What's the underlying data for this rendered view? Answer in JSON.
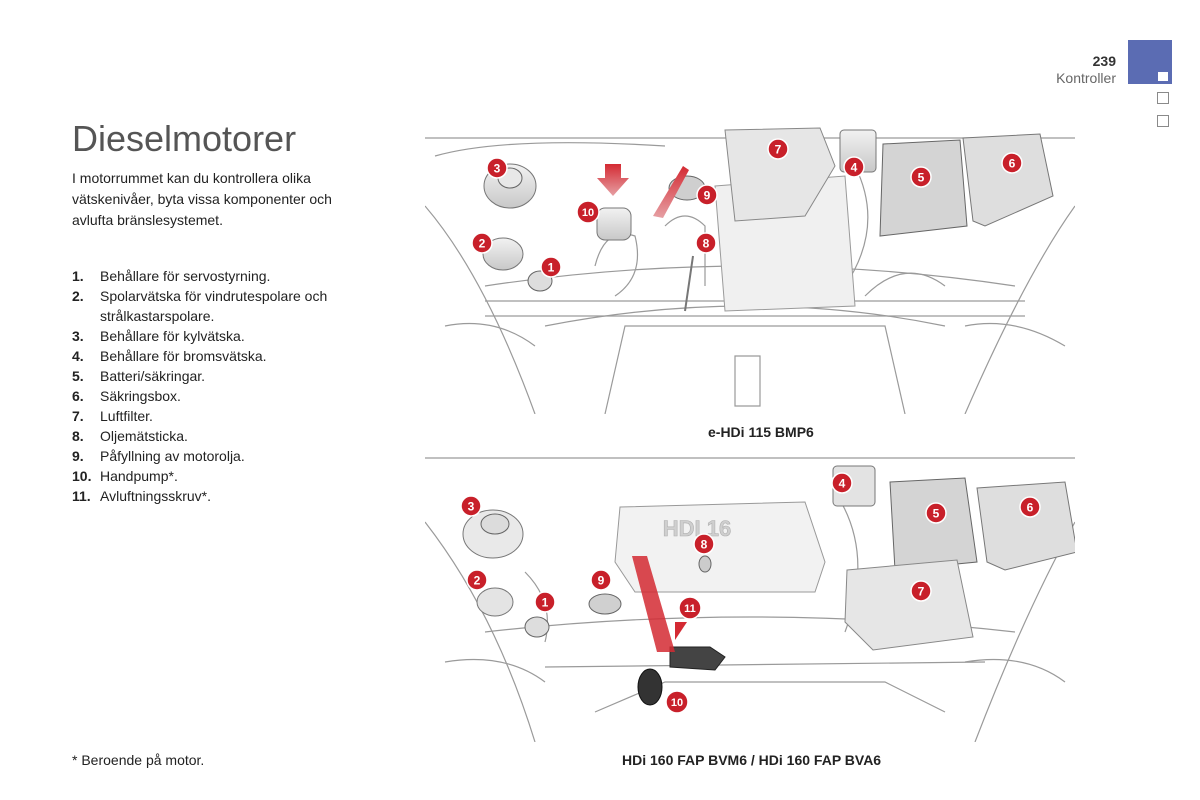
{
  "header": {
    "page_number": "239",
    "section": "Kontroller"
  },
  "title": "Dieselmotorer",
  "intro": "I motorrummet kan du kontrollera olika vätskenivåer, byta vissa komponenter och avlufta bränslesystemet.",
  "items": [
    {
      "num": "1.",
      "text": "Behållare för servostyrning."
    },
    {
      "num": "2.",
      "text": "Spolarvätska för vindrutespolare och strålkastarspolare."
    },
    {
      "num": "3.",
      "text": "Behållare för kylvätska."
    },
    {
      "num": "4.",
      "text": "Behållare för bromsvätska."
    },
    {
      "num": "5.",
      "text": "Batteri/säkringar."
    },
    {
      "num": "6.",
      "text": "Säkringsbox."
    },
    {
      "num": "7.",
      "text": "Luftfilter."
    },
    {
      "num": "8.",
      "text": "Oljemätsticka."
    },
    {
      "num": "9.",
      "text": "Påfyllning av motorolja."
    },
    {
      "num": "10.",
      "text": "Handpump*."
    },
    {
      "num": "11.",
      "text": "Avluftningsskruv*."
    }
  ],
  "footnote": "* Beroende på motor.",
  "diagram_top": {
    "caption": "e-HDi 115 BMP6",
    "labels": [
      "1",
      "2",
      "3",
      "4",
      "5",
      "6",
      "7",
      "8",
      "9",
      "10"
    ]
  },
  "diagram_bottom": {
    "caption": "HDi 160 FAP BVM6 / HDi 160 FAP BVA6",
    "engine_cover_text": "HDI 16",
    "labels": [
      "1",
      "2",
      "3",
      "4",
      "5",
      "6",
      "7",
      "8",
      "9",
      "10",
      "11"
    ]
  },
  "colors": {
    "badge": "#c8202a",
    "tab": "#5b6cb3",
    "line": "#9a9a9a",
    "part": "#e6e6e6"
  }
}
